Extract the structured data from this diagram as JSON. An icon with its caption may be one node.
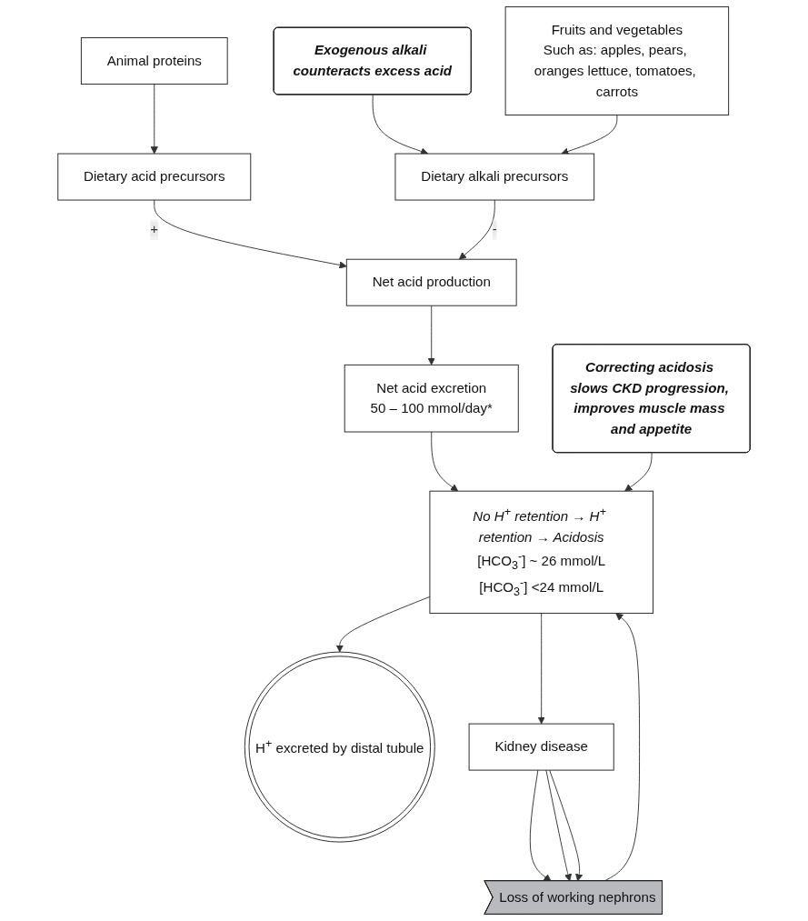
{
  "diagram": {
    "nodes": [
      {
        "text": [
          "Animal proteins"
        ]
      },
      {
        "text": [
          "Exogenous alkali counteracts excess acid"
        ]
      },
      {
        "text": [
          "Dietary acid precursors"
        ]
      },
      {
        "text": [
          "Dietary alkali precursors"
        ]
      },
      {
        "text": [
          "Fruits and vegetables",
          "Such as: apples, pears, oranges lettuce, tomatoes, carrots"
        ]
      },
      {
        "text": [
          "Net acid production"
        ]
      },
      {
        "text": [
          "Net acid excretion",
          "50 – 100 mmol/day*"
        ]
      },
      {
        "text": [
          "Correcting acidosis slows CKD progression, improves muscle mass and appetite"
        ]
      },
      {
        "text": [
          "No H$^{+}$ retention → H$^{+}$ retention → Acidosis",
          "[HCO$_{3}$$^{-}$] ~ 26 mmol/L",
          "[HCO$_{3}$$^{-}$] <24 mmol/L"
        ]
      },
      {
        "text": [
          "H$^{+}$ excreted by distal tubule"
        ]
      },
      {
        "text": [
          "Loss of working nephrons"
        ]
      },
      {
        "text": [
          "Kidney disease"
        ]
      }
    ],
    "edges": [
      {
        "from": 0,
        "to": 2,
        "arrow": "to"
      },
      {
        "from": 1,
        "to": 3,
        "arrow": "to"
      },
      {
        "from": 4,
        "to": 3,
        "arrow": "to"
      },
      {
        "from": 2,
        "to": 5,
        "arrow": "to",
        "label": "+"
      },
      {
        "from": 3,
        "to": 5,
        "arrow": "to",
        "label": "-"
      },
      {
        "from": 5,
        "to": 6,
        "arrow": "to"
      },
      {
        "from": 6,
        "to": 8,
        "arrow": "to"
      },
      {
        "from": 7,
        "to": 8,
        "arrow": "to"
      },
      {
        "from": 8,
        "to": 9,
        "arrow": "to"
      },
      {
        "from": 10,
        "to": 8,
        "arrow": "to"
      },
      {
        "from": 11,
        "to": 10,
        "arrow": "to"
      },
      {
        "from": 11,
        "to": 10,
        "arrow": "to"
      },
      {
        "from": 11,
        "to": 10,
        "arrow": "to"
      },
      {
        "from": 8,
        "to": 11,
        "arrow": "to"
      }
    ]
  }
}
